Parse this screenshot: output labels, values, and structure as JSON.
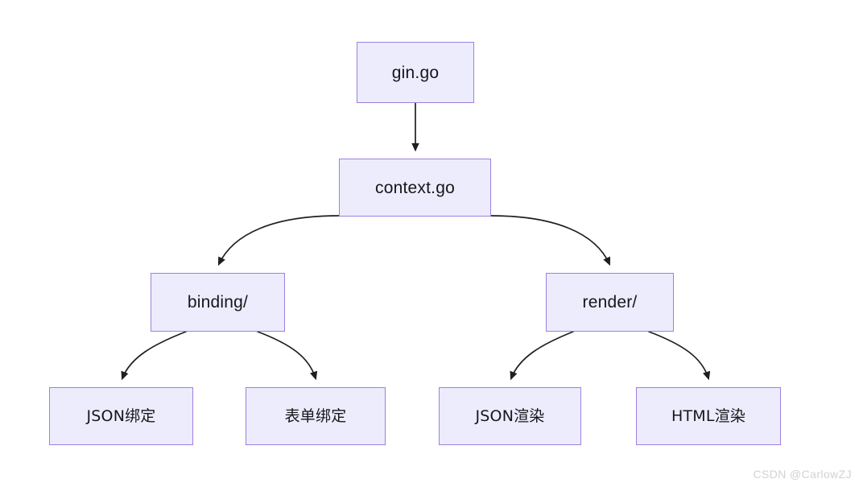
{
  "diagram": {
    "type": "flowchart",
    "direction": "top-down",
    "background_color": "#ffffff",
    "node_fill_color": "#ececfd",
    "node_border_color": "#9f7fe0",
    "edge_color": "#1f1f1f",
    "nodes": [
      {
        "id": "gin",
        "label": "gin.go",
        "level": 0
      },
      {
        "id": "context",
        "label": "context.go",
        "level": 1
      },
      {
        "id": "binding",
        "label": "binding/",
        "level": 2
      },
      {
        "id": "render",
        "label": "render/",
        "level": 2
      },
      {
        "id": "json_bind",
        "label": "JSON绑定",
        "level": 3
      },
      {
        "id": "form_bind",
        "label": "表单绑定",
        "level": 3
      },
      {
        "id": "json_render",
        "label": "JSON渲染",
        "level": 3
      },
      {
        "id": "html_render",
        "label": "HTML渲染",
        "level": 3
      }
    ],
    "edges": [
      {
        "from": "gin",
        "to": "context",
        "style": "straight",
        "arrow": true
      },
      {
        "from": "context",
        "to": "binding",
        "style": "curved",
        "arrow": true
      },
      {
        "from": "context",
        "to": "render",
        "style": "curved",
        "arrow": true
      },
      {
        "from": "binding",
        "to": "json_bind",
        "style": "curved",
        "arrow": true
      },
      {
        "from": "binding",
        "to": "form_bind",
        "style": "curved",
        "arrow": true
      },
      {
        "from": "render",
        "to": "json_render",
        "style": "curved",
        "arrow": true
      },
      {
        "from": "render",
        "to": "html_render",
        "style": "curved",
        "arrow": true
      }
    ]
  },
  "watermark": {
    "text": "CSDN @CarlowZJ"
  }
}
